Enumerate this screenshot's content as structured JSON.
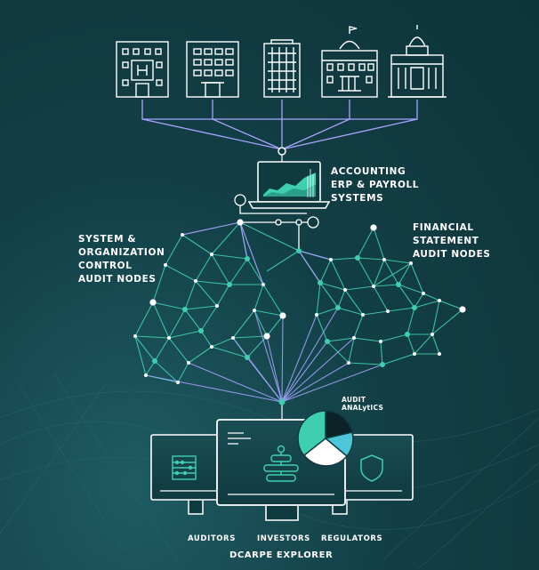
{
  "colors": {
    "background": "#0e3a40",
    "accent": "#3ecfb0",
    "line_purple": "#a9a4ff",
    "line_white": "#ffffff"
  },
  "icons": {
    "buildings": [
      "hospital-building-icon",
      "apartment-building-icon",
      "office-tower-icon",
      "bank-building-icon",
      "capitol-building-icon"
    ],
    "laptop": "laptop-chart-icon",
    "monitors": [
      "abacus-monitor-icon",
      "flowchart-monitor-icon",
      "shield-monitor-icon"
    ],
    "pie": "pie-chart-icon"
  },
  "labels": {
    "accounting": "ACCOUNTING\nERP & PAYROLL\nSYSTEMS",
    "soc": "SYSTEM &\nORGANIZATION\nCONTROL\nAUDIT NODES",
    "financial": "FINANCIAL\nSTATEMENT\nAUDIT NODES",
    "analytics": "AUDIT\nANALytICS",
    "auditors": "AUDITORS",
    "investors": "INVESTORS",
    "regulators": "REGULATORS",
    "explorer": "DCARPE EXPLORER"
  }
}
